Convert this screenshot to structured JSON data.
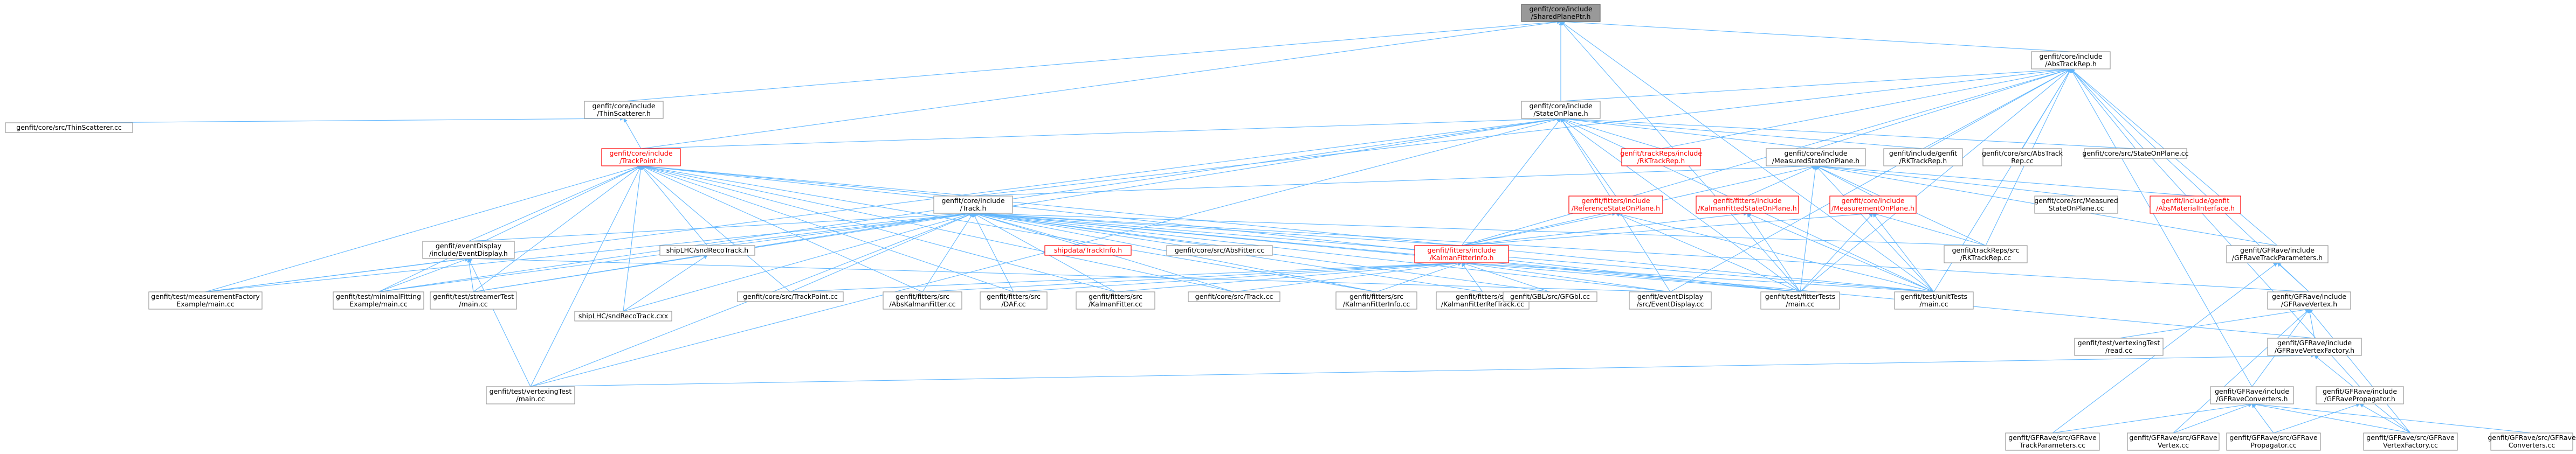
{
  "nodes": [
    {
      "id": "n0",
      "lines": [
        "genfit/core/include",
        "/SharedPlanePtr.h"
      ],
      "style": "root"
    },
    {
      "id": "n1",
      "lines": [
        "genfit/core/include",
        "/AbsTrackRep.h"
      ],
      "style": "normal"
    },
    {
      "id": "n2",
      "lines": [
        "genfit/core/include",
        "/ThinScatterer.h"
      ],
      "style": "normal"
    },
    {
      "id": "n3",
      "lines": [
        "genfit/core/include",
        "/StateOnPlane.h"
      ],
      "style": "normal"
    },
    {
      "id": "n4",
      "lines": [
        "genfit/core/src/ThinScatterer.cc"
      ],
      "style": "normal"
    },
    {
      "id": "n5",
      "lines": [
        "genfit/core/include",
        "/TrackPoint.h"
      ],
      "style": "red"
    },
    {
      "id": "n6",
      "lines": [
        "genfit/trackReps/include",
        "/RKTrackRep.h"
      ],
      "style": "red"
    },
    {
      "id": "n7",
      "lines": [
        "genfit/core/include",
        "/MeasuredStateOnPlane.h"
      ],
      "style": "normal"
    },
    {
      "id": "n8",
      "lines": [
        "genfit/include/genfit",
        "/RKTrackRep.h"
      ],
      "style": "normal"
    },
    {
      "id": "n9",
      "lines": [
        "genfit/core/src/AbsTrack",
        "Rep.cc"
      ],
      "style": "normal"
    },
    {
      "id": "n10",
      "lines": [
        "genfit/core/src/StateOnPlane.cc"
      ],
      "style": "normal"
    },
    {
      "id": "n11",
      "lines": [
        "genfit/core/include",
        "/Track.h"
      ],
      "style": "normal"
    },
    {
      "id": "n12",
      "lines": [
        "genfit/fitters/include",
        "/ReferenceStateOnPlane.h"
      ],
      "style": "red"
    },
    {
      "id": "n13",
      "lines": [
        "genfit/fitters/include",
        "/KalmanFittedStateOnPlane.h"
      ],
      "style": "red"
    },
    {
      "id": "n14",
      "lines": [
        "genfit/core/include",
        "/MeasurementOnPlane.h"
      ],
      "style": "red"
    },
    {
      "id": "n15",
      "lines": [
        "genfit/core/src/Measured",
        "StateOnPlane.cc"
      ],
      "style": "normal"
    },
    {
      "id": "n16",
      "lines": [
        "genfit/include/genfit",
        "/AbsMaterialInterface.h"
      ],
      "style": "red"
    },
    {
      "id": "n17",
      "lines": [
        "genfit/eventDisplay",
        "/include/EventDisplay.h"
      ],
      "style": "normal"
    },
    {
      "id": "n18",
      "lines": [
        "shipLHC/sndRecoTrack.h"
      ],
      "style": "normal"
    },
    {
      "id": "n19",
      "lines": [
        "shipdata/TrackInfo.h"
      ],
      "style": "red"
    },
    {
      "id": "n20",
      "lines": [
        "genfit/core/src/AbsFitter.cc"
      ],
      "style": "normal"
    },
    {
      "id": "n21",
      "lines": [
        "genfit/fitters/include",
        "/KalmanFitterInfo.h"
      ],
      "style": "red"
    },
    {
      "id": "n22",
      "lines": [
        "genfit/trackReps/src",
        "/RKTrackRep.cc"
      ],
      "style": "normal"
    },
    {
      "id": "n23",
      "lines": [
        "genfit/GFRave/include",
        "/GFRaveTrackParameters.h"
      ],
      "style": "normal"
    },
    {
      "id": "n24",
      "lines": [
        "genfit/test/measurementFactory",
        "Example/main.cc"
      ],
      "style": "normal"
    },
    {
      "id": "n25",
      "lines": [
        "genfit/test/minimalFitting",
        "Example/main.cc"
      ],
      "style": "normal"
    },
    {
      "id": "n26",
      "lines": [
        "genfit/test/streamerTest",
        "/main.cc"
      ],
      "style": "normal"
    },
    {
      "id": "n27",
      "lines": [
        "shipLHC/sndRecoTrack.cxx"
      ],
      "style": "normal"
    },
    {
      "id": "n28",
      "lines": [
        "genfit/core/src/TrackPoint.cc"
      ],
      "style": "normal"
    },
    {
      "id": "n29",
      "lines": [
        "genfit/fitters/src",
        "/AbsKalmanFitter.cc"
      ],
      "style": "normal"
    },
    {
      "id": "n30",
      "lines": [
        "genfit/fitters/src",
        "/DAF.cc"
      ],
      "style": "normal"
    },
    {
      "id": "n31",
      "lines": [
        "genfit/fitters/src",
        "/KalmanFitter.cc"
      ],
      "style": "normal"
    },
    {
      "id": "n32",
      "lines": [
        "genfit/core/src/Track.cc"
      ],
      "style": "normal"
    },
    {
      "id": "n33",
      "lines": [
        "genfit/fitters/src",
        "/KalmanFitterInfo.cc"
      ],
      "style": "normal"
    },
    {
      "id": "n34",
      "lines": [
        "genfit/fitters/src",
        "/KalmanFitterRefTrack.cc"
      ],
      "style": "normal"
    },
    {
      "id": "n35",
      "lines": [
        "genfit/GBL/src/GFGbl.cc"
      ],
      "style": "normal"
    },
    {
      "id": "n36",
      "lines": [
        "genfit/eventDisplay",
        "/src/EventDisplay.cc"
      ],
      "style": "normal"
    },
    {
      "id": "n37",
      "lines": [
        "genfit/test/fitterTests",
        "/main.cc"
      ],
      "style": "normal"
    },
    {
      "id": "n38",
      "lines": [
        "genfit/test/unitTests",
        "/main.cc"
      ],
      "style": "normal"
    },
    {
      "id": "n39",
      "lines": [
        "genfit/GFRave/include",
        "/GFRaveVertex.h"
      ],
      "style": "normal"
    },
    {
      "id": "n40",
      "lines": [
        "genfit/test/vertexingTest",
        "/read.cc"
      ],
      "style": "normal"
    },
    {
      "id": "n41",
      "lines": [
        "genfit/GFRave/include",
        "/GFRaveVertexFactory.h"
      ],
      "style": "normal"
    },
    {
      "id": "n42",
      "lines": [
        "genfit/test/vertexingTest",
        "/main.cc"
      ],
      "style": "normal"
    },
    {
      "id": "n43",
      "lines": [
        "genfit/GFRave/include",
        "/GFRaveConverters.h"
      ],
      "style": "normal"
    },
    {
      "id": "n44",
      "lines": [
        "genfit/GFRave/include",
        "/GFRavePropagator.h"
      ],
      "style": "normal"
    },
    {
      "id": "n45",
      "lines": [
        "genfit/GFRave/src/GFRave",
        "TrackParameters.cc"
      ],
      "style": "normal"
    },
    {
      "id": "n46",
      "lines": [
        "genfit/GFRave/src/GFRave",
        "Vertex.cc"
      ],
      "style": "normal"
    },
    {
      "id": "n47",
      "lines": [
        "genfit/GFRave/src/GFRave",
        "Propagator.cc"
      ],
      "style": "normal"
    },
    {
      "id": "n48",
      "lines": [
        "genfit/GFRave/src/GFRave",
        "VertexFactory.cc"
      ],
      "style": "normal"
    },
    {
      "id": "n49",
      "lines": [
        "genfit/GFRave/src/GFRave",
        "Converters.cc"
      ],
      "style": "normal"
    }
  ],
  "edges": [
    [
      "n0",
      "n1"
    ],
    [
      "n0",
      "n2"
    ],
    [
      "n0",
      "n3"
    ],
    [
      "n0",
      "n5"
    ],
    [
      "n0",
      "n37"
    ],
    [
      "n0",
      "n38"
    ],
    [
      "n1",
      "n3"
    ],
    [
      "n1",
      "n6"
    ],
    [
      "n1",
      "n8"
    ],
    [
      "n1",
      "n9"
    ],
    [
      "n1",
      "n10"
    ],
    [
      "n1",
      "n7"
    ],
    [
      "n1",
      "n11"
    ],
    [
      "n1",
      "n21"
    ],
    [
      "n1",
      "n22"
    ],
    [
      "n1",
      "n23"
    ],
    [
      "n1",
      "n39"
    ],
    [
      "n1",
      "n43"
    ],
    [
      "n1",
      "n44"
    ],
    [
      "n1",
      "n37"
    ],
    [
      "n1",
      "n38"
    ],
    [
      "n1",
      "n36"
    ],
    [
      "n2",
      "n4"
    ],
    [
      "n2",
      "n5"
    ],
    [
      "n3",
      "n7"
    ],
    [
      "n3",
      "n6"
    ],
    [
      "n3",
      "n8"
    ],
    [
      "n3",
      "n10"
    ],
    [
      "n3",
      "n12"
    ],
    [
      "n3",
      "n5"
    ],
    [
      "n3",
      "n21"
    ],
    [
      "n3",
      "n24"
    ],
    [
      "n3",
      "n25"
    ],
    [
      "n3",
      "n26"
    ],
    [
      "n3",
      "n37"
    ],
    [
      "n3",
      "n38"
    ],
    [
      "n3",
      "n42"
    ],
    [
      "n3",
      "n36"
    ],
    [
      "n5",
      "n11"
    ],
    [
      "n5",
      "n17"
    ],
    [
      "n5",
      "n18"
    ],
    [
      "n5",
      "n24"
    ],
    [
      "n5",
      "n25"
    ],
    [
      "n5",
      "n26"
    ],
    [
      "n5",
      "n27"
    ],
    [
      "n5",
      "n28"
    ],
    [
      "n5",
      "n29"
    ],
    [
      "n5",
      "n30"
    ],
    [
      "n5",
      "n31"
    ],
    [
      "n5",
      "n32"
    ],
    [
      "n5",
      "n33"
    ],
    [
      "n5",
      "n37"
    ],
    [
      "n5",
      "n38"
    ],
    [
      "n5",
      "n42"
    ],
    [
      "n7",
      "n13"
    ],
    [
      "n7",
      "n14"
    ],
    [
      "n7",
      "n15"
    ],
    [
      "n7",
      "n16"
    ],
    [
      "n7",
      "n11"
    ],
    [
      "n7",
      "n21"
    ],
    [
      "n7",
      "n22"
    ],
    [
      "n7",
      "n23"
    ],
    [
      "n7",
      "n37"
    ],
    [
      "n7",
      "n38"
    ],
    [
      "n11",
      "n17"
    ],
    [
      "n11",
      "n18"
    ],
    [
      "n11",
      "n19"
    ],
    [
      "n11",
      "n20"
    ],
    [
      "n11",
      "n21"
    ],
    [
      "n11",
      "n24"
    ],
    [
      "n11",
      "n25"
    ],
    [
      "n11",
      "n26"
    ],
    [
      "n11",
      "n27"
    ],
    [
      "n11",
      "n28"
    ],
    [
      "n11",
      "n29"
    ],
    [
      "n11",
      "n30"
    ],
    [
      "n11",
      "n31"
    ],
    [
      "n11",
      "n32"
    ],
    [
      "n11",
      "n33"
    ],
    [
      "n11",
      "n34"
    ],
    [
      "n11",
      "n35"
    ],
    [
      "n11",
      "n36"
    ],
    [
      "n11",
      "n37"
    ],
    [
      "n11",
      "n38"
    ],
    [
      "n11",
      "n39"
    ],
    [
      "n11",
      "n41"
    ],
    [
      "n11",
      "n42"
    ],
    [
      "n11",
      "n22"
    ],
    [
      "n12",
      "n21"
    ],
    [
      "n12",
      "n37"
    ],
    [
      "n12",
      "n38"
    ],
    [
      "n13",
      "n21"
    ],
    [
      "n13",
      "n37"
    ],
    [
      "n13",
      "n38"
    ],
    [
      "n14",
      "n21"
    ],
    [
      "n14",
      "n22"
    ],
    [
      "n14",
      "n37"
    ],
    [
      "n14",
      "n38"
    ],
    [
      "n17",
      "n24"
    ],
    [
      "n17",
      "n25"
    ],
    [
      "n17",
      "n26"
    ],
    [
      "n17",
      "n36"
    ],
    [
      "n17",
      "n42"
    ],
    [
      "n18",
      "n27"
    ],
    [
      "n21",
      "n28"
    ],
    [
      "n21",
      "n29"
    ],
    [
      "n21",
      "n30"
    ],
    [
      "n21",
      "n31"
    ],
    [
      "n21",
      "n32"
    ],
    [
      "n21",
      "n33"
    ],
    [
      "n21",
      "n34"
    ],
    [
      "n21",
      "n35"
    ],
    [
      "n21",
      "n36"
    ],
    [
      "n21",
      "n37"
    ],
    [
      "n21",
      "n38"
    ],
    [
      "n23",
      "n39"
    ],
    [
      "n23",
      "n45"
    ],
    [
      "n39",
      "n40"
    ],
    [
      "n39",
      "n41"
    ],
    [
      "n39",
      "n43"
    ],
    [
      "n39",
      "n46"
    ],
    [
      "n39",
      "n48"
    ],
    [
      "n41",
      "n42"
    ],
    [
      "n41",
      "n48"
    ],
    [
      "n43",
      "n45"
    ],
    [
      "n43",
      "n46"
    ],
    [
      "n43",
      "n47"
    ],
    [
      "n43",
      "n48"
    ],
    [
      "n43",
      "n49"
    ],
    [
      "n44",
      "n47"
    ],
    [
      "n44",
      "n48"
    ]
  ]
}
